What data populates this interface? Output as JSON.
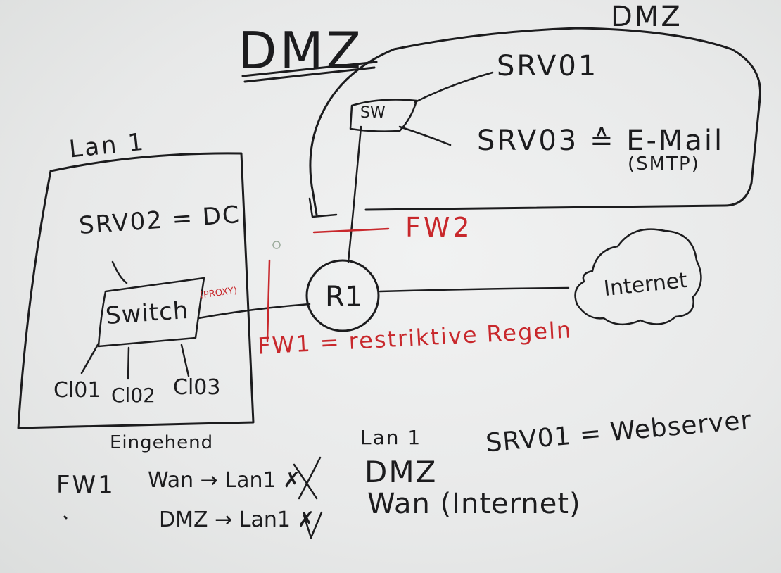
{
  "labels": {
    "dmz_title": "DMZ",
    "dmz_zone": "DMZ",
    "srv01": "SRV01",
    "sw": "SW",
    "srv03": "SRV03 ≙ E-Mail",
    "smtp": "(SMTP)",
    "lan1": "Lan 1",
    "srv02": "SRV02 = DC",
    "switch": "Switch",
    "proxy": "(PROXY)",
    "cl01": "Cl01",
    "cl02": "Cl02",
    "cl03": "Cl03",
    "router": "R1",
    "internet": "Internet",
    "fw2": "FW2",
    "fw1": "FW1 = restriktive Regeln",
    "eingehend": "Eingehend",
    "fw1_note": "FW1",
    "wan_lan": "Wan → Lan1 ✗",
    "dmz_lan": "DMZ → Lan1 ✗",
    "zones": [
      "Lan 1",
      "DMZ",
      "Wan (Internet)"
    ],
    "srv01_role": "SRV01 = Webserver"
  },
  "colors": {
    "board": "#ececec",
    "ink_black": "#1c1c1e",
    "ink_red": "#c8282c"
  }
}
